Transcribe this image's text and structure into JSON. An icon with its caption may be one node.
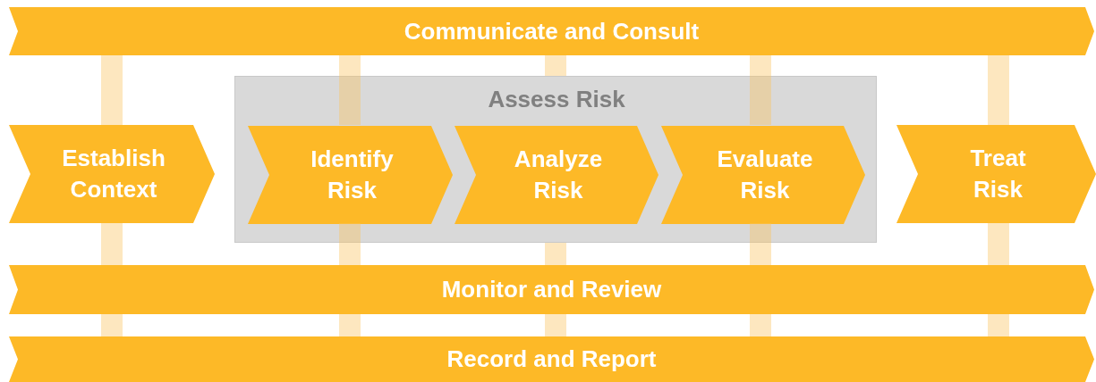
{
  "diagram": {
    "nodes": [
      {
        "text": [
          "Communicate and Consult"
        ]
      },
      {
        "text": [
          "Establish Context"
        ]
      },
      {
        "text": [
          "Assess Risk"
        ]
      },
      {
        "text": [
          "Identify Risk"
        ],
        "in": 2
      },
      {
        "text": [
          "Analyze Risk"
        ],
        "in": 2
      },
      {
        "text": [
          "Evaluate Risk"
        ],
        "in": 2
      },
      {
        "text": [
          "Treat Risk"
        ]
      },
      {
        "text": [
          "Monitor and Review"
        ]
      },
      {
        "text": [
          "Record and Report"
        ]
      }
    ],
    "edges": [
      {
        "from": 0,
        "to": 1,
        "arrow": "none"
      },
      {
        "from": 1,
        "to": 7,
        "arrow": "none"
      },
      {
        "from": 7,
        "to": 8,
        "arrow": "none"
      },
      {
        "from": 0,
        "to": 3,
        "arrow": "none"
      },
      {
        "from": 3,
        "to": 7,
        "arrow": "none"
      },
      {
        "from": 7,
        "to": 8,
        "arrow": "none"
      },
      {
        "from": 0,
        "to": 2,
        "arrow": "none"
      },
      {
        "from": 2,
        "to": 7,
        "arrow": "none"
      },
      {
        "from": 7,
        "to": 8,
        "arrow": "none"
      },
      {
        "from": 0,
        "to": 5,
        "arrow": "none"
      },
      {
        "from": 5,
        "to": 7,
        "arrow": "none"
      },
      {
        "from": 7,
        "to": 8,
        "arrow": "none"
      },
      {
        "from": 0,
        "to": 6,
        "arrow": "none"
      },
      {
        "from": 6,
        "to": 7,
        "arrow": "none"
      },
      {
        "from": 7,
        "to": 8,
        "arrow": "none"
      }
    ]
  }
}
